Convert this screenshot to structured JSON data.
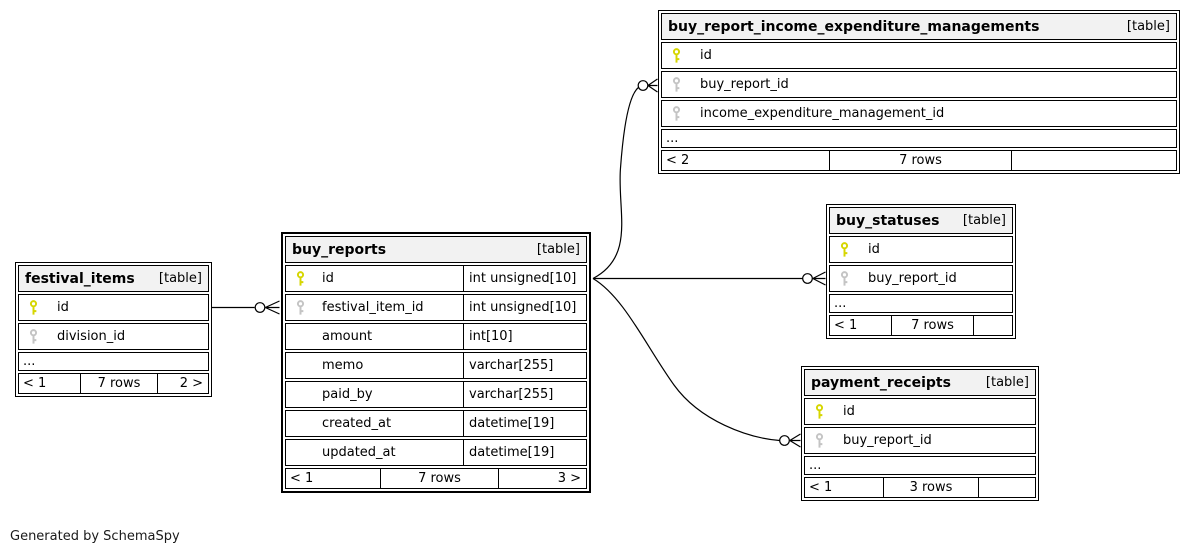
{
  "footer_note": "Generated by SchemaSpy",
  "colors": {
    "primary_key": "#d6d600",
    "foreign_key": "#c4c4c4",
    "header_bg": "#f2f2f2",
    "line": "#000000"
  },
  "tables": {
    "buy_report_income_expenditure_managements": {
      "title": "buy_report_income_expenditure_managements",
      "badge": "[table]",
      "columns": [
        {
          "name": "id",
          "key": "primary"
        },
        {
          "name": "buy_report_id",
          "key": "foreign"
        },
        {
          "name": "income_expenditure_management_id",
          "key": "foreign"
        }
      ],
      "more": "...",
      "footer": {
        "left": "< 2",
        "center": "7 rows",
        "right": ""
      }
    },
    "buy_statuses": {
      "title": "buy_statuses",
      "badge": "[table]",
      "columns": [
        {
          "name": "id",
          "key": "primary"
        },
        {
          "name": "buy_report_id",
          "key": "foreign"
        }
      ],
      "more": "...",
      "footer": {
        "left": "< 1",
        "center": "7 rows",
        "right": ""
      }
    },
    "payment_receipts": {
      "title": "payment_receipts",
      "badge": "[table]",
      "columns": [
        {
          "name": "id",
          "key": "primary"
        },
        {
          "name": "buy_report_id",
          "key": "foreign"
        }
      ],
      "more": "...",
      "footer": {
        "left": "< 1",
        "center": "3 rows",
        "right": ""
      }
    },
    "buy_reports": {
      "title": "buy_reports",
      "badge": "[table]",
      "columns": [
        {
          "name": "id",
          "type": "int unsigned[10]",
          "key": "primary"
        },
        {
          "name": "festival_item_id",
          "type": "int unsigned[10]",
          "key": "foreign"
        },
        {
          "name": "amount",
          "type": "int[10]"
        },
        {
          "name": "memo",
          "type": "varchar[255]"
        },
        {
          "name": "paid_by",
          "type": "varchar[255]"
        },
        {
          "name": "created_at",
          "type": "datetime[19]"
        },
        {
          "name": "updated_at",
          "type": "datetime[19]"
        }
      ],
      "footer": {
        "left": "< 1",
        "center": "7 rows",
        "right": "3 >"
      }
    },
    "festival_items": {
      "title": "festival_items",
      "badge": "[table]",
      "columns": [
        {
          "name": "id",
          "key": "primary"
        },
        {
          "name": "division_id",
          "key": "foreign"
        }
      ],
      "more": "...",
      "footer": {
        "left": "< 1",
        "center": "7 rows",
        "right": "2 >"
      }
    }
  },
  "relationships": [
    {
      "from": "buy_reports.id",
      "to": "buy_report_income_expenditure_managements.buy_report_id"
    },
    {
      "from": "buy_reports.id",
      "to": "buy_statuses.buy_report_id"
    },
    {
      "from": "buy_reports.id",
      "to": "payment_receipts.buy_report_id"
    },
    {
      "from": "festival_items.id",
      "to": "buy_reports.festival_item_id"
    }
  ]
}
